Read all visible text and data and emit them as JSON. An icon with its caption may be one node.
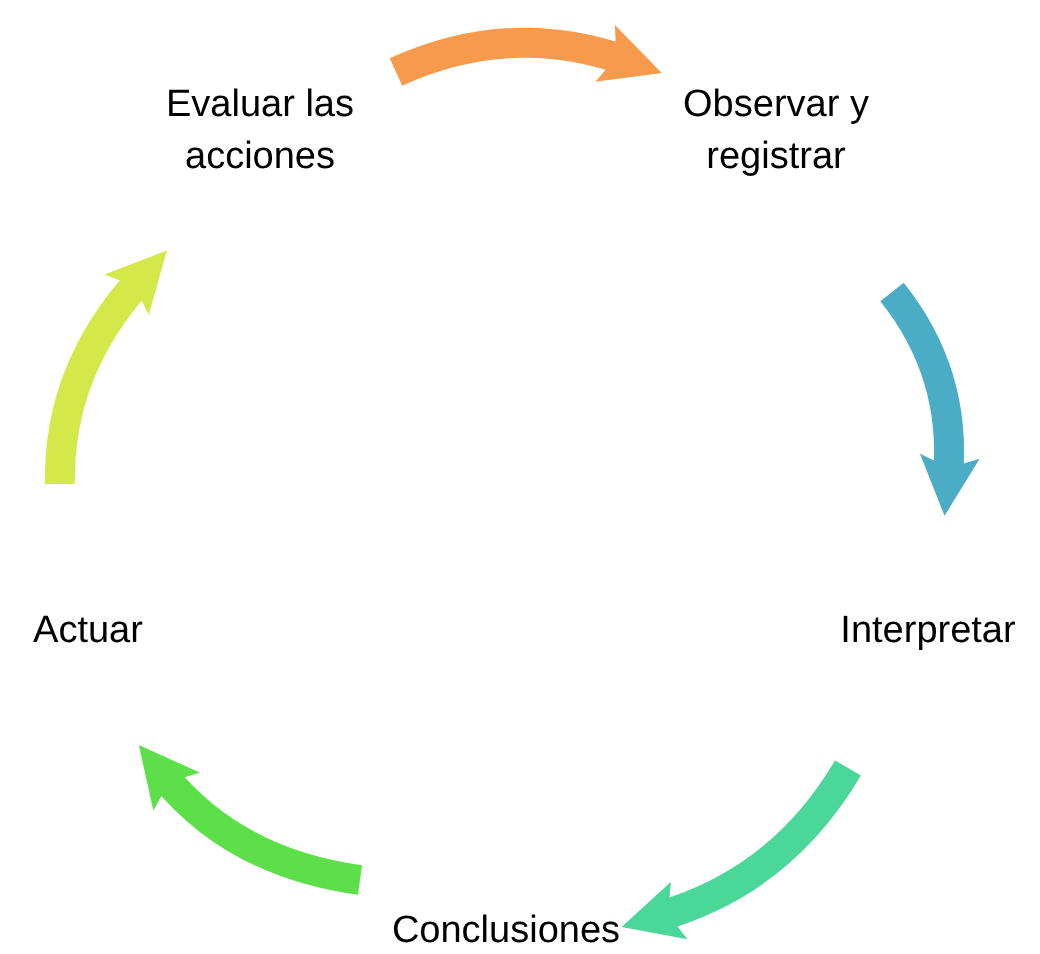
{
  "diagram": {
    "nodes": [
      {
        "text": [
          "Evaluar las acciones"
        ]
      },
      {
        "text": [
          "Observar y registrar"
        ]
      },
      {
        "text": [
          "Interpretar"
        ]
      },
      {
        "text": [
          "Conclusiones"
        ]
      },
      {
        "text": [
          "Actuar"
        ]
      }
    ],
    "edges": [
      {
        "from": 0,
        "to": 1,
        "arrow": "to",
        "color": "#f79a4c"
      },
      {
        "from": 1,
        "to": 2,
        "arrow": "to",
        "color": "#4bacc6"
      },
      {
        "from": 2,
        "to": 3,
        "arrow": "to",
        "color": "#4bd69a"
      },
      {
        "from": 3,
        "to": 4,
        "arrow": "to",
        "color": "#5ddf4a"
      },
      {
        "from": 4,
        "to": 0,
        "arrow": "to",
        "color": "#d5e84a"
      }
    ]
  }
}
